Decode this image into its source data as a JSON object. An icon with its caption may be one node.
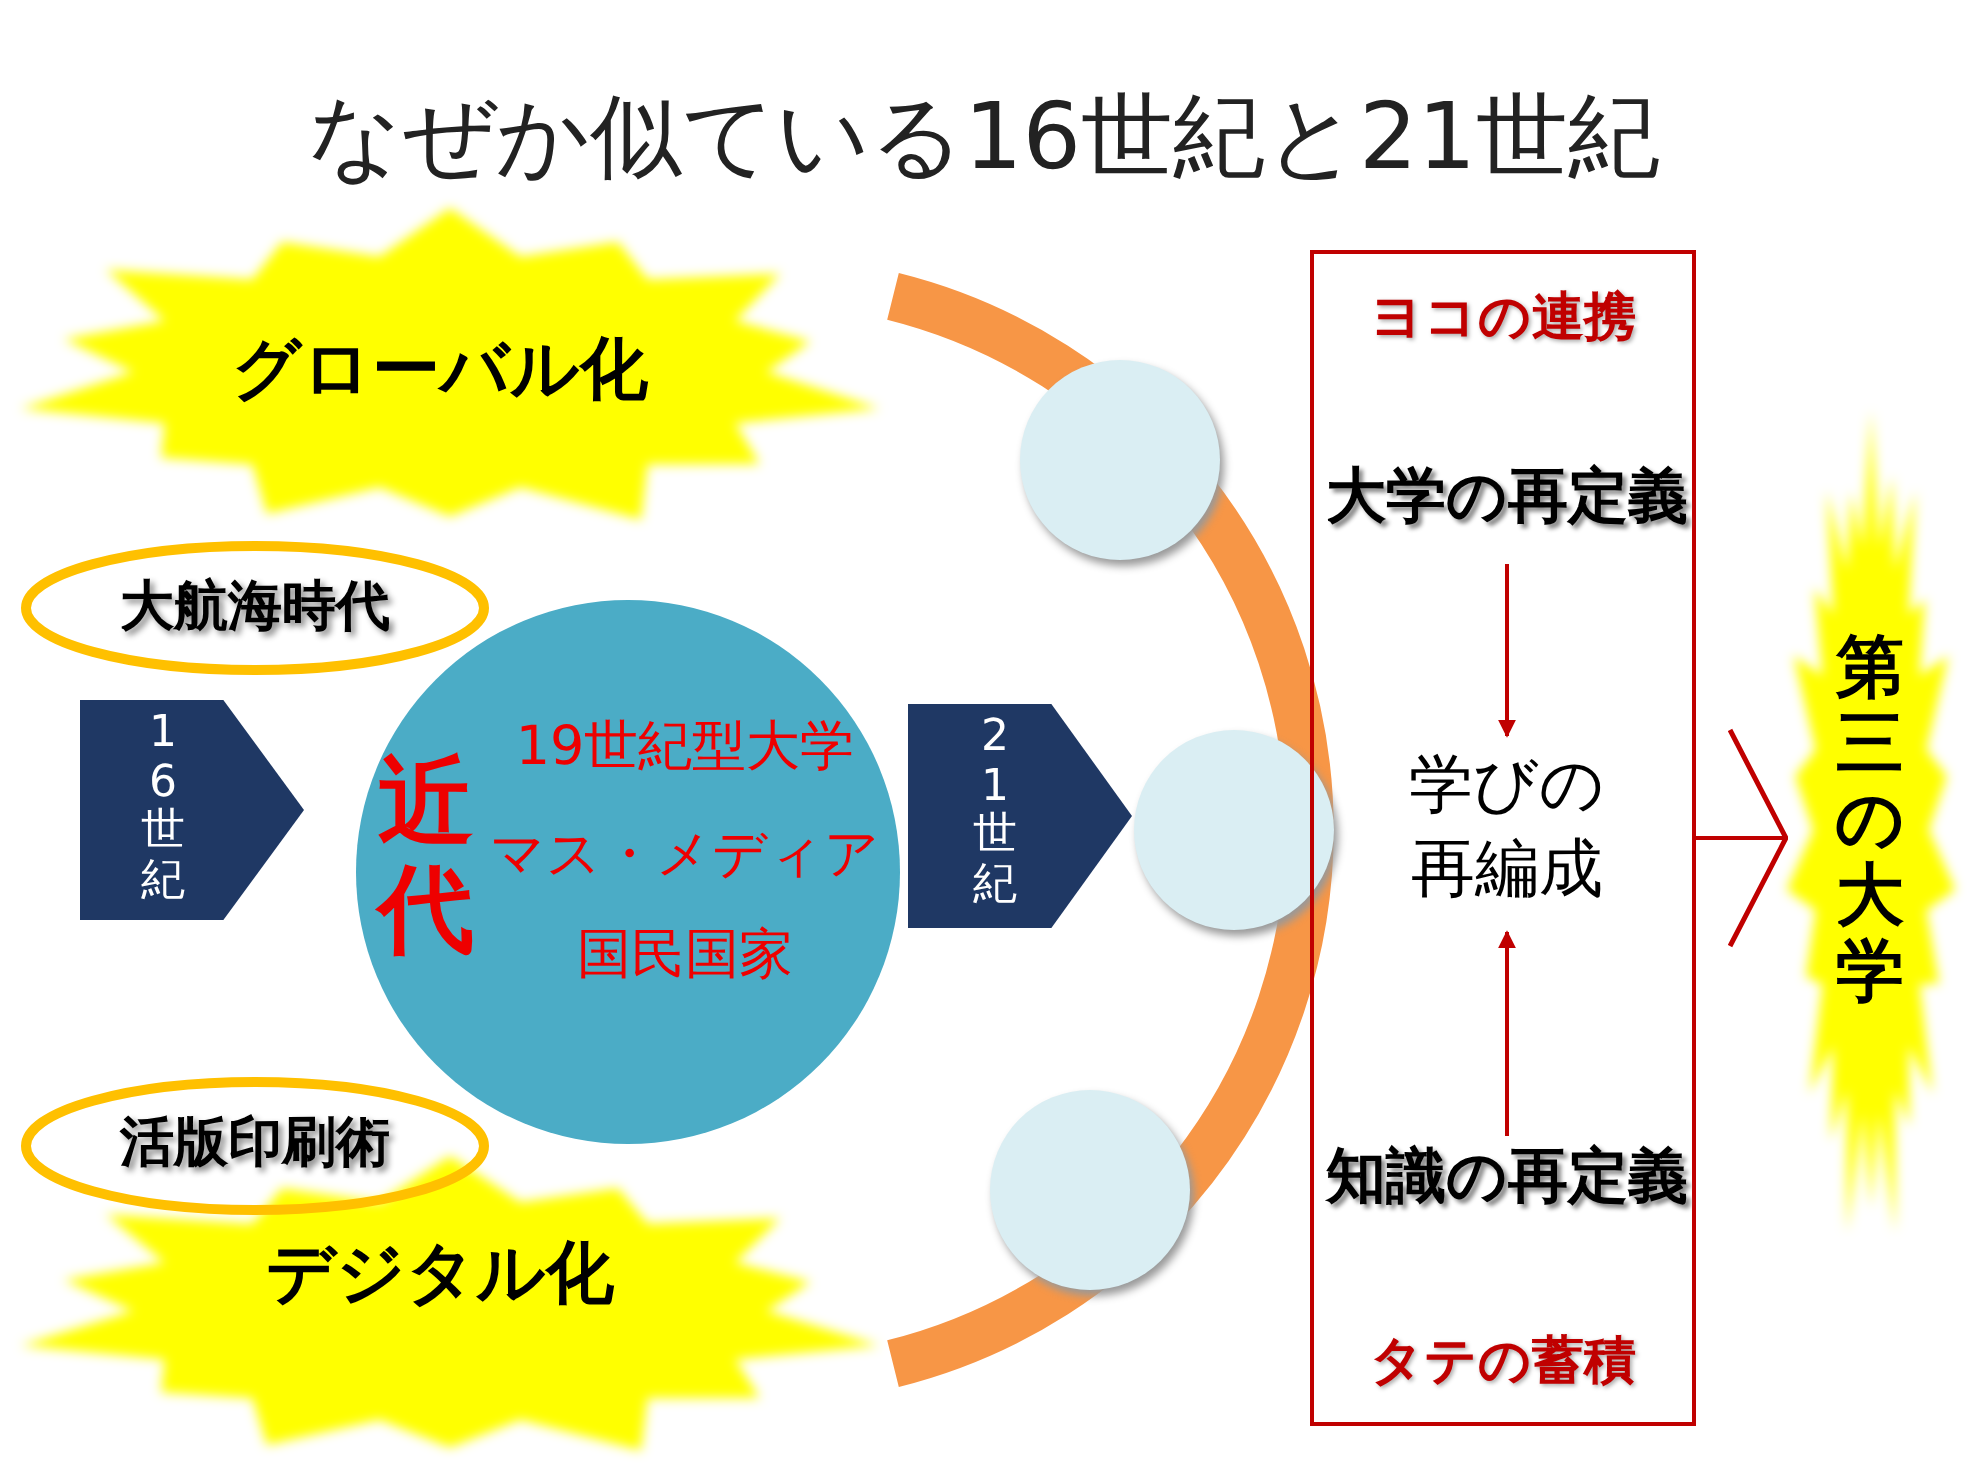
{
  "diagram": {
    "title": "なぜか似ている16世紀と21世紀",
    "nodes": [
      {
        "text": [
          "グローバル化"
        ]
      },
      {
        "text": [
          "大航海時代"
        ]
      },
      {
        "text": [
          "16世紀"
        ]
      },
      {
        "text": [
          "近代",
          "19世紀型大学",
          "マス・メディア",
          "国民国家"
        ]
      },
      {
        "text": [
          "活版印刷術"
        ]
      },
      {
        "text": [
          "デジタル化"
        ]
      },
      {
        "text": [
          "21世紀"
        ]
      },
      {
        "text": [],
        "shape": "circle"
      },
      {
        "text": [],
        "shape": "circle"
      },
      {
        "text": [],
        "shape": "circle"
      },
      {
        "text": [
          "ヨコの連携",
          "タテの蓄積"
        ]
      },
      {
        "text": [
          "大学の再定義"
        ],
        "in": 10
      },
      {
        "text": [
          "学びの再編成"
        ],
        "in": 10
      },
      {
        "text": [
          "知識の再定義"
        ],
        "in": 10
      },
      {
        "text": [
          "第三の大学"
        ]
      }
    ],
    "edges": [
      {
        "from": 11,
        "to": 12,
        "arrow": "to"
      },
      {
        "from": 13,
        "to": 12,
        "arrow": "to"
      },
      {
        "from": 10,
        "to": 14,
        "arrow": "to"
      }
    ]
  }
}
